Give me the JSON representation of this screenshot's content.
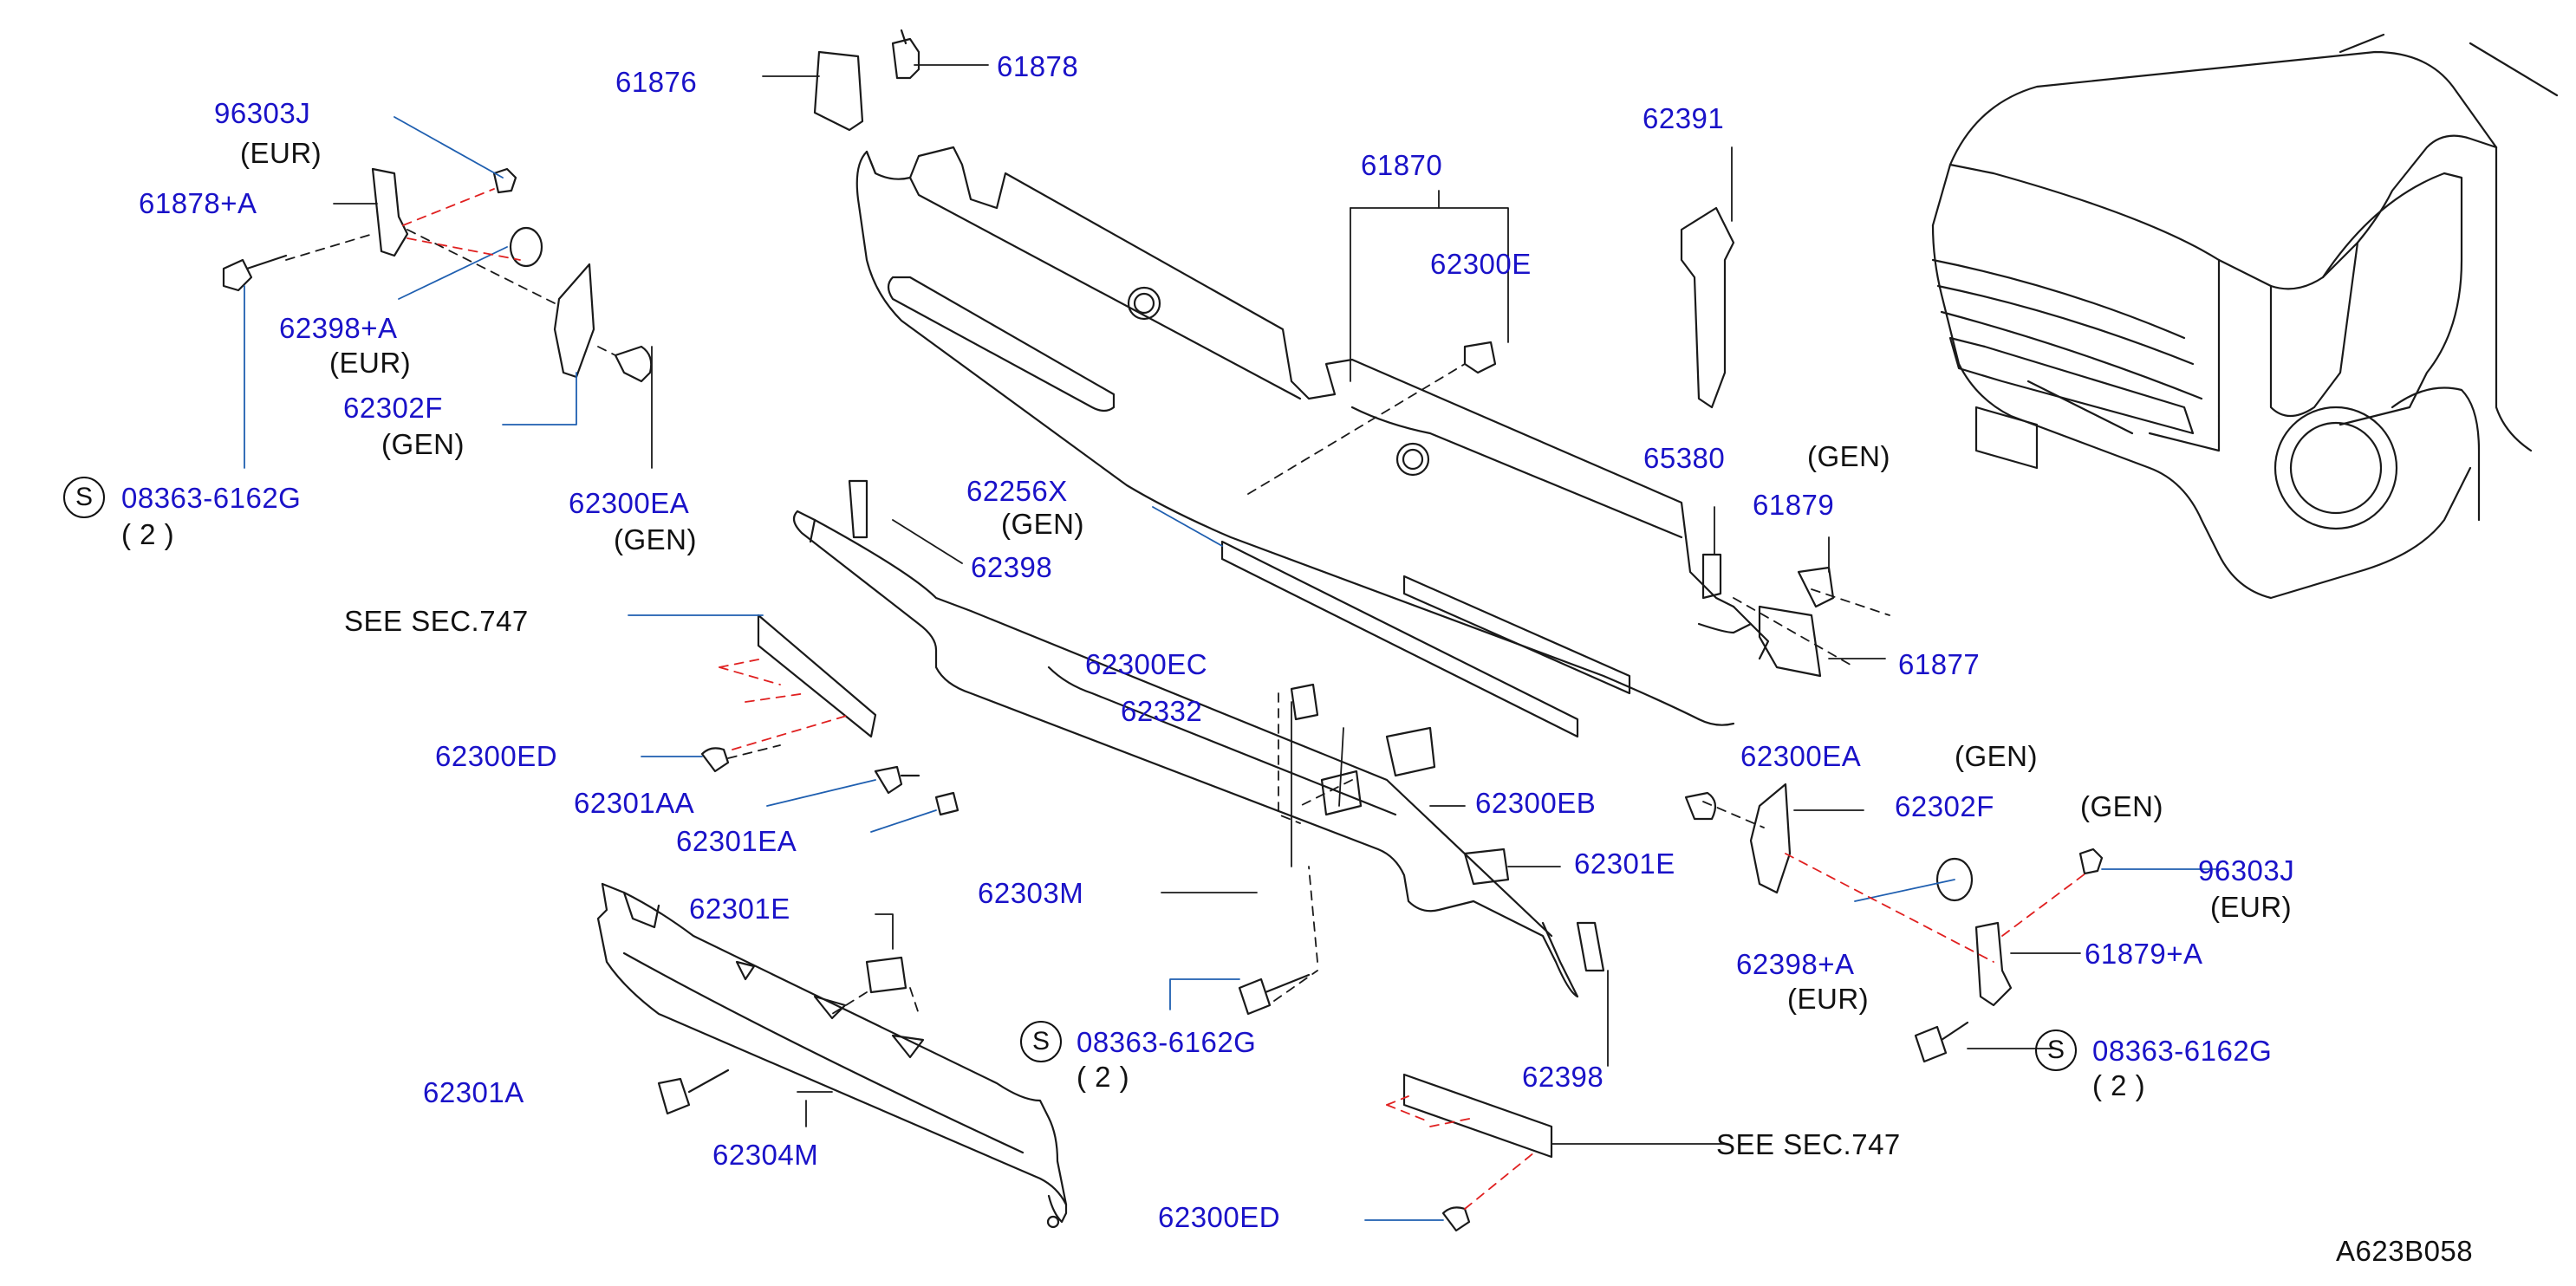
{
  "diagram_id": "A623B058",
  "symbol_s": "S",
  "part_numbers": [
    "96303J",
    "61878+A",
    "62398+A",
    "62302F",
    "08363-6162G",
    "62300EA",
    "61876",
    "61878",
    "61870",
    "62300E",
    "62391",
    "65380",
    "61879",
    "62256X",
    "62398",
    "62332",
    "62300ED",
    "62301AA",
    "62301EA",
    "62301E",
    "62303M",
    "62300EB",
    "62302F",
    "62398+A",
    "61879+A",
    "96303J",
    "08363-6162G",
    "62398",
    "62304M",
    "62301A",
    "08363-6162G",
    "62300ED",
    "62300EA",
    "62301E",
    "62300EC",
    "61877"
  ],
  "notes": {
    "eur": "(EUR)",
    "gen": "(GEN)",
    "qty2": "(  2  )",
    "see_sec_747_a": "SEE   SEC.747",
    "see_sec_747_b": "SEE   SEC.747"
  },
  "colors": {
    "part_label": "#1a12c8",
    "note_label": "#111111",
    "line": "#1a1a1a",
    "leader": "#1f5fb0",
    "dashed_red": "#e02020"
  }
}
